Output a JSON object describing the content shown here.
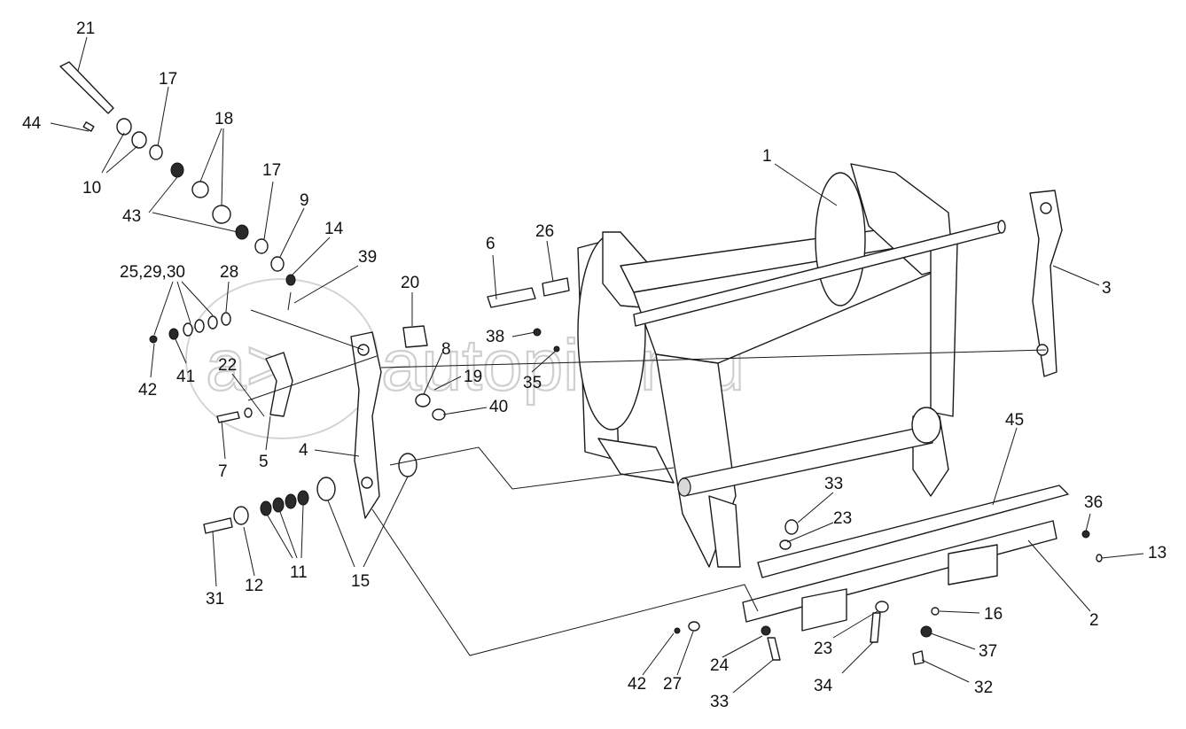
{
  "watermark": {
    "text": "autopiter.ru",
    "symbol": "a>"
  },
  "callouts": {
    "c21": "21",
    "c44": "44",
    "c17a": "17",
    "c10": "10",
    "c18": "18",
    "c43": "43",
    "c17b": "17",
    "c9": "9",
    "c14": "14",
    "c39": "39",
    "c25_29_30": "25,29,30",
    "c28": "28",
    "c20": "20",
    "c42a": "42",
    "c41": "41",
    "c22": "22",
    "c8": "8",
    "c19": "19",
    "c40": "40",
    "c7": "7",
    "c5": "5",
    "c4": "4",
    "c6": "6",
    "c26": "26",
    "c38": "38",
    "c35": "35",
    "c1": "1",
    "c3": "3",
    "c45": "45",
    "c36": "36",
    "c13": "13",
    "c33a": "33",
    "c23a": "23",
    "c2": "2",
    "c16": "16",
    "c37": "37",
    "c32": "32",
    "c42b": "42",
    "c27": "27",
    "c24": "24",
    "c33b": "33",
    "c23b": "23",
    "c34": "34",
    "c31": "31",
    "c12": "12",
    "c11": "11",
    "c15": "15"
  }
}
